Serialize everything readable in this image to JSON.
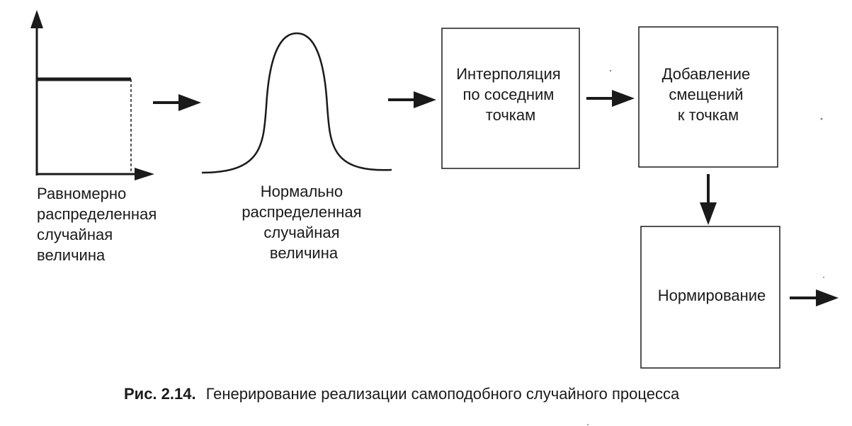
{
  "uniform_label": [
    "Равномерно",
    "распределенная",
    "случайная",
    "величина"
  ],
  "normal_label": [
    "Нормально",
    "распределенная",
    "случайная",
    "величина"
  ],
  "interp_box": [
    "Интерполяция",
    "по соседним",
    "точкам"
  ],
  "offset_box": [
    "Добавление",
    "смещений",
    "к точкам"
  ],
  "norm_box": "Нормирование",
  "caption": {
    "number": "Рис. 2.14.",
    "text": "Генерирование реализации самоподобного случайного процесса"
  },
  "colors": {
    "ink": "#1a1a1a",
    "background": "#ffffff"
  }
}
